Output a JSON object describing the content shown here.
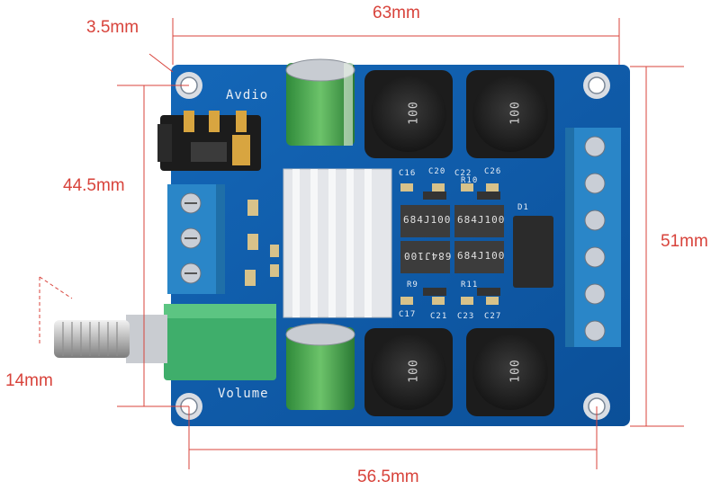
{
  "dimensions": {
    "hole_offset": "3.5mm",
    "board_width": "63mm",
    "board_height": "51mm",
    "hole_spacing_vertical": "44.5mm",
    "hole_spacing_horizontal": "56.5mm",
    "knob_length": "14mm"
  },
  "board_labels": {
    "audio": "Avdio",
    "volume": "Volume"
  },
  "components": {
    "inductor_marking": "100",
    "chip_marking": "684J100",
    "caps_top": [
      "C16",
      "C20",
      "C22",
      "C26"
    ],
    "caps_bottom": [
      "C17",
      "C21",
      "C23",
      "C27"
    ],
    "resistors": [
      "R9",
      "R10",
      "R11"
    ],
    "diode": "D1"
  },
  "colors": {
    "pcb": "#0e5aa8",
    "terminal": "#2a86c8",
    "heatsink": "#e4e6ea",
    "potentiometer": "#3fae6b",
    "dimension": "#d8433b"
  }
}
